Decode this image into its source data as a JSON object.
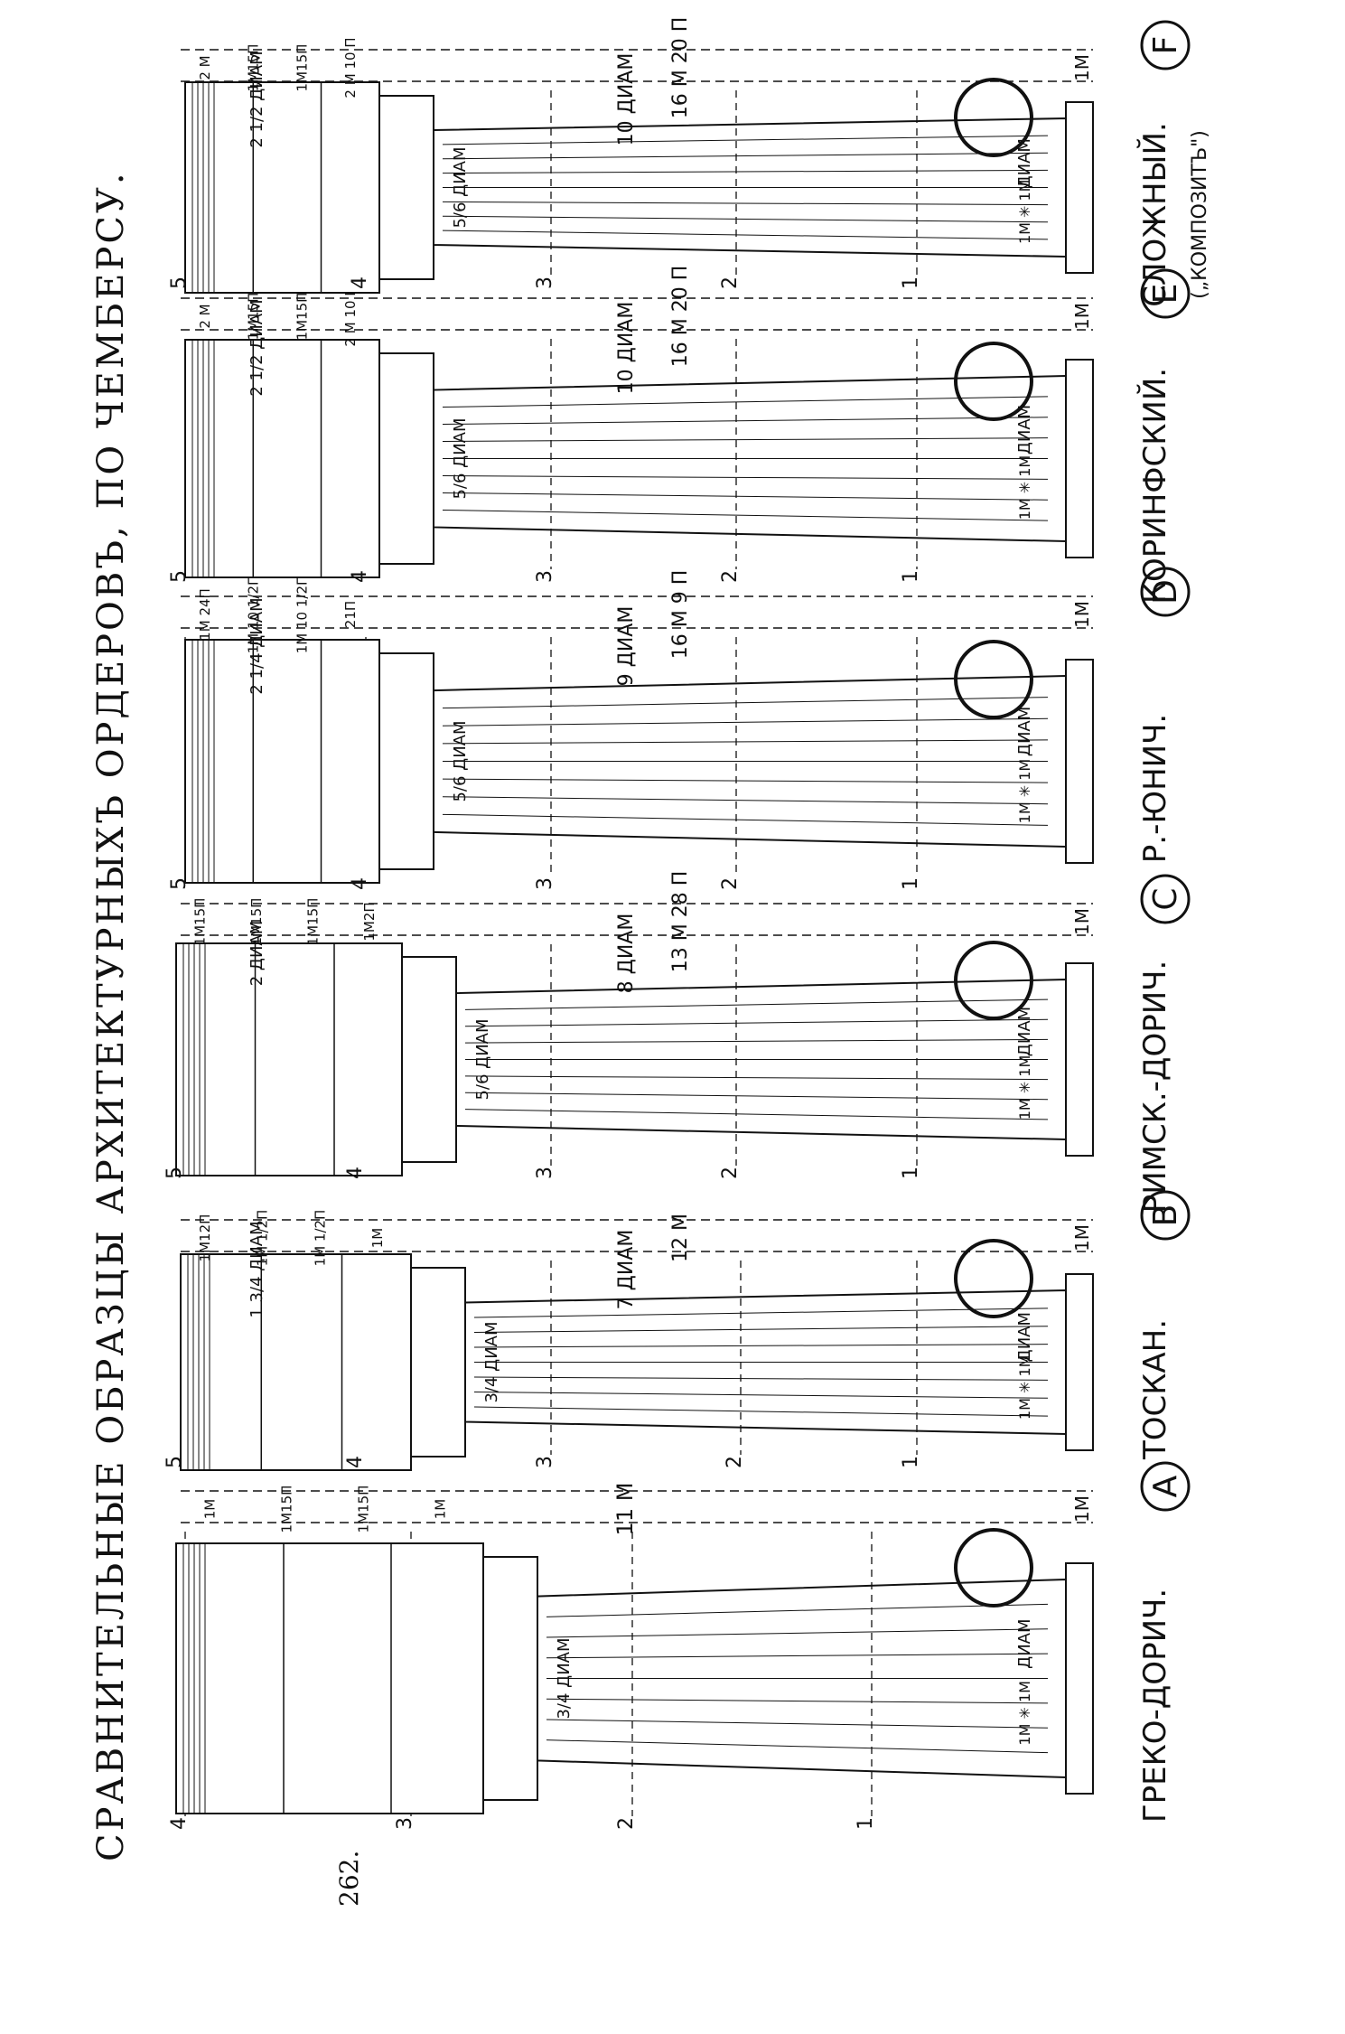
{
  "title": "СРАВНИТЕЛЬНЫЕ ОБРАЗЦЫ АРХИТЕКТУРНЫХЪ ОРДЕРОВЪ, ПО ЧЕМБЕРСУ.",
  "page_number": "262.",
  "orders": [
    {
      "letter": "A",
      "name": "ГРЕКО-ДОРИЧ.",
      "sub": "",
      "levels": [
        "1",
        "2",
        "3",
        "4"
      ],
      "total_height": "11 М",
      "total_diam": "",
      "entab_diam": "",
      "column_height": "",
      "base": "1М",
      "entab_parts": [
        "1М",
        "1М15П",
        "1М15П",
        "1М"
      ],
      "diam_label": "ДИАМ",
      "radius_label": "1М ✳ 1М",
      "capital_label": "3/4 ДИАМ"
    },
    {
      "letter": "B",
      "name": "ТОСКАН.",
      "sub": "",
      "levels": [
        "1",
        "2",
        "3",
        "4",
        "5"
      ],
      "total_height": "",
      "total_diam": "7 ДИАМ",
      "entab_diam": "1 3/4 ДИАМ",
      "column_height": "12 М",
      "base": "1М",
      "entab_parts": [
        "1М",
        "1М 1/2П",
        "1М 1/2П",
        "1М12П"
      ],
      "diam_label": "ДИАМ",
      "radius_label": "1М ✳ 1М",
      "capital_label": "3/4 ДИАМ"
    },
    {
      "letter": "C",
      "name": "РИМСК.-ДОРИЧ.",
      "sub": "",
      "levels": [
        "1",
        "2",
        "3",
        "4",
        "5"
      ],
      "total_height": "",
      "total_diam": "8 ДИАМ",
      "entab_diam": "2 ДИАМ",
      "column_height": "13 М 28 П",
      "base": "1М",
      "entab_parts": [
        "1М2П",
        "1М15П",
        "1М15П",
        "1М15П"
      ],
      "diam_label": "ДИАМ",
      "radius_label": "1М ✳ 1М",
      "capital_label": "5/6 ДИАМ"
    },
    {
      "letter": "D",
      "name": "Р.-ЮНИЧ.",
      "sub": "",
      "levels": [
        "1",
        "2",
        "3",
        "4",
        "5"
      ],
      "total_height": "",
      "total_diam": "9 ДИАМ",
      "entab_diam": "2 1/4 ДИАМ",
      "column_height": "16 М 9 П",
      "base": "1М",
      "entab_parts": [
        "21П",
        "1М 10 1/2П",
        "1М 10 1/2П",
        "1М 24П"
      ],
      "diam_label": "ДИАМ",
      "radius_label": "1М ✳ 1М",
      "capital_label": "5/6 ДИАМ"
    },
    {
      "letter": "E",
      "name": "КОРИНФСКИЙ.",
      "sub": "",
      "levels": [
        "1",
        "2",
        "3",
        "4",
        "5"
      ],
      "total_height": "",
      "total_diam": "10 ДИАМ",
      "entab_diam": "2 1/2 ДИАМ",
      "column_height": "16 М 20 П",
      "base": "1М",
      "entab_parts": [
        "2 М 10 П",
        "1М15П",
        "1М15П",
        "2 М"
      ],
      "diam_label": "ДИАМ",
      "radius_label": "1М ✳ 1М",
      "capital_label": "5/6 ДИАМ"
    },
    {
      "letter": "F",
      "name": "СЛОЖНЫЙ.",
      "sub": "(„КОМПОЗИТЪ\")",
      "levels": [
        "1",
        "2",
        "3",
        "4",
        "5"
      ],
      "total_height": "",
      "total_diam": "10 ДИАМ",
      "entab_diam": "2 1/2 ДИАМ",
      "column_height": "16 М 20 П",
      "base": "1М",
      "entab_parts": [
        "2 М 10 П",
        "1М15П",
        "1М15П",
        "2 М"
      ],
      "diam_label": "ДИАМ",
      "radius_label": "1М ✳ 1М",
      "capital_label": "5/6 ДИАМ"
    }
  ]
}
